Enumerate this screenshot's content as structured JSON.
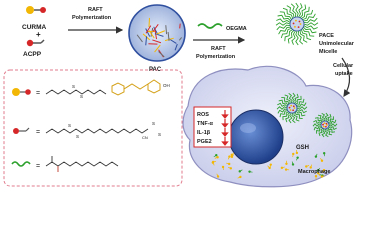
{
  "monomers": {
    "top": "CURMA",
    "plus": "+",
    "bottom": "ACPP"
  },
  "steps": {
    "raft1_line1": "RAFT",
    "raft1_line2": "Polymerization",
    "raft2_line1": "OEGMA",
    "raft2_line2": "RAFT",
    "raft2_line3": "Polymerization"
  },
  "products": {
    "pac": "PAC",
    "pace_line1": "PACE",
    "pace_line2": "Unimolecular",
    "pace_line3": "Micelle"
  },
  "cell": {
    "uptake_line1": "Cellular",
    "uptake_line2": "uptake",
    "gsh": "GSH",
    "macrophage": "Macrophage",
    "markers": [
      "ROS",
      "TNF-α",
      "IL-1β",
      "PGE2"
    ]
  },
  "legend": {
    "equals": "=",
    "oh": "OH",
    "s": "S",
    "cn": "CN"
  },
  "colors": {
    "curma": "#f2b705",
    "acpp": "#d62728",
    "oegma": "#2ca02c",
    "cell_body": "#d9d9f0",
    "nucleus": "#2f4f9f",
    "pac_core": "#b7c7e6",
    "arrow": "#333333"
  }
}
